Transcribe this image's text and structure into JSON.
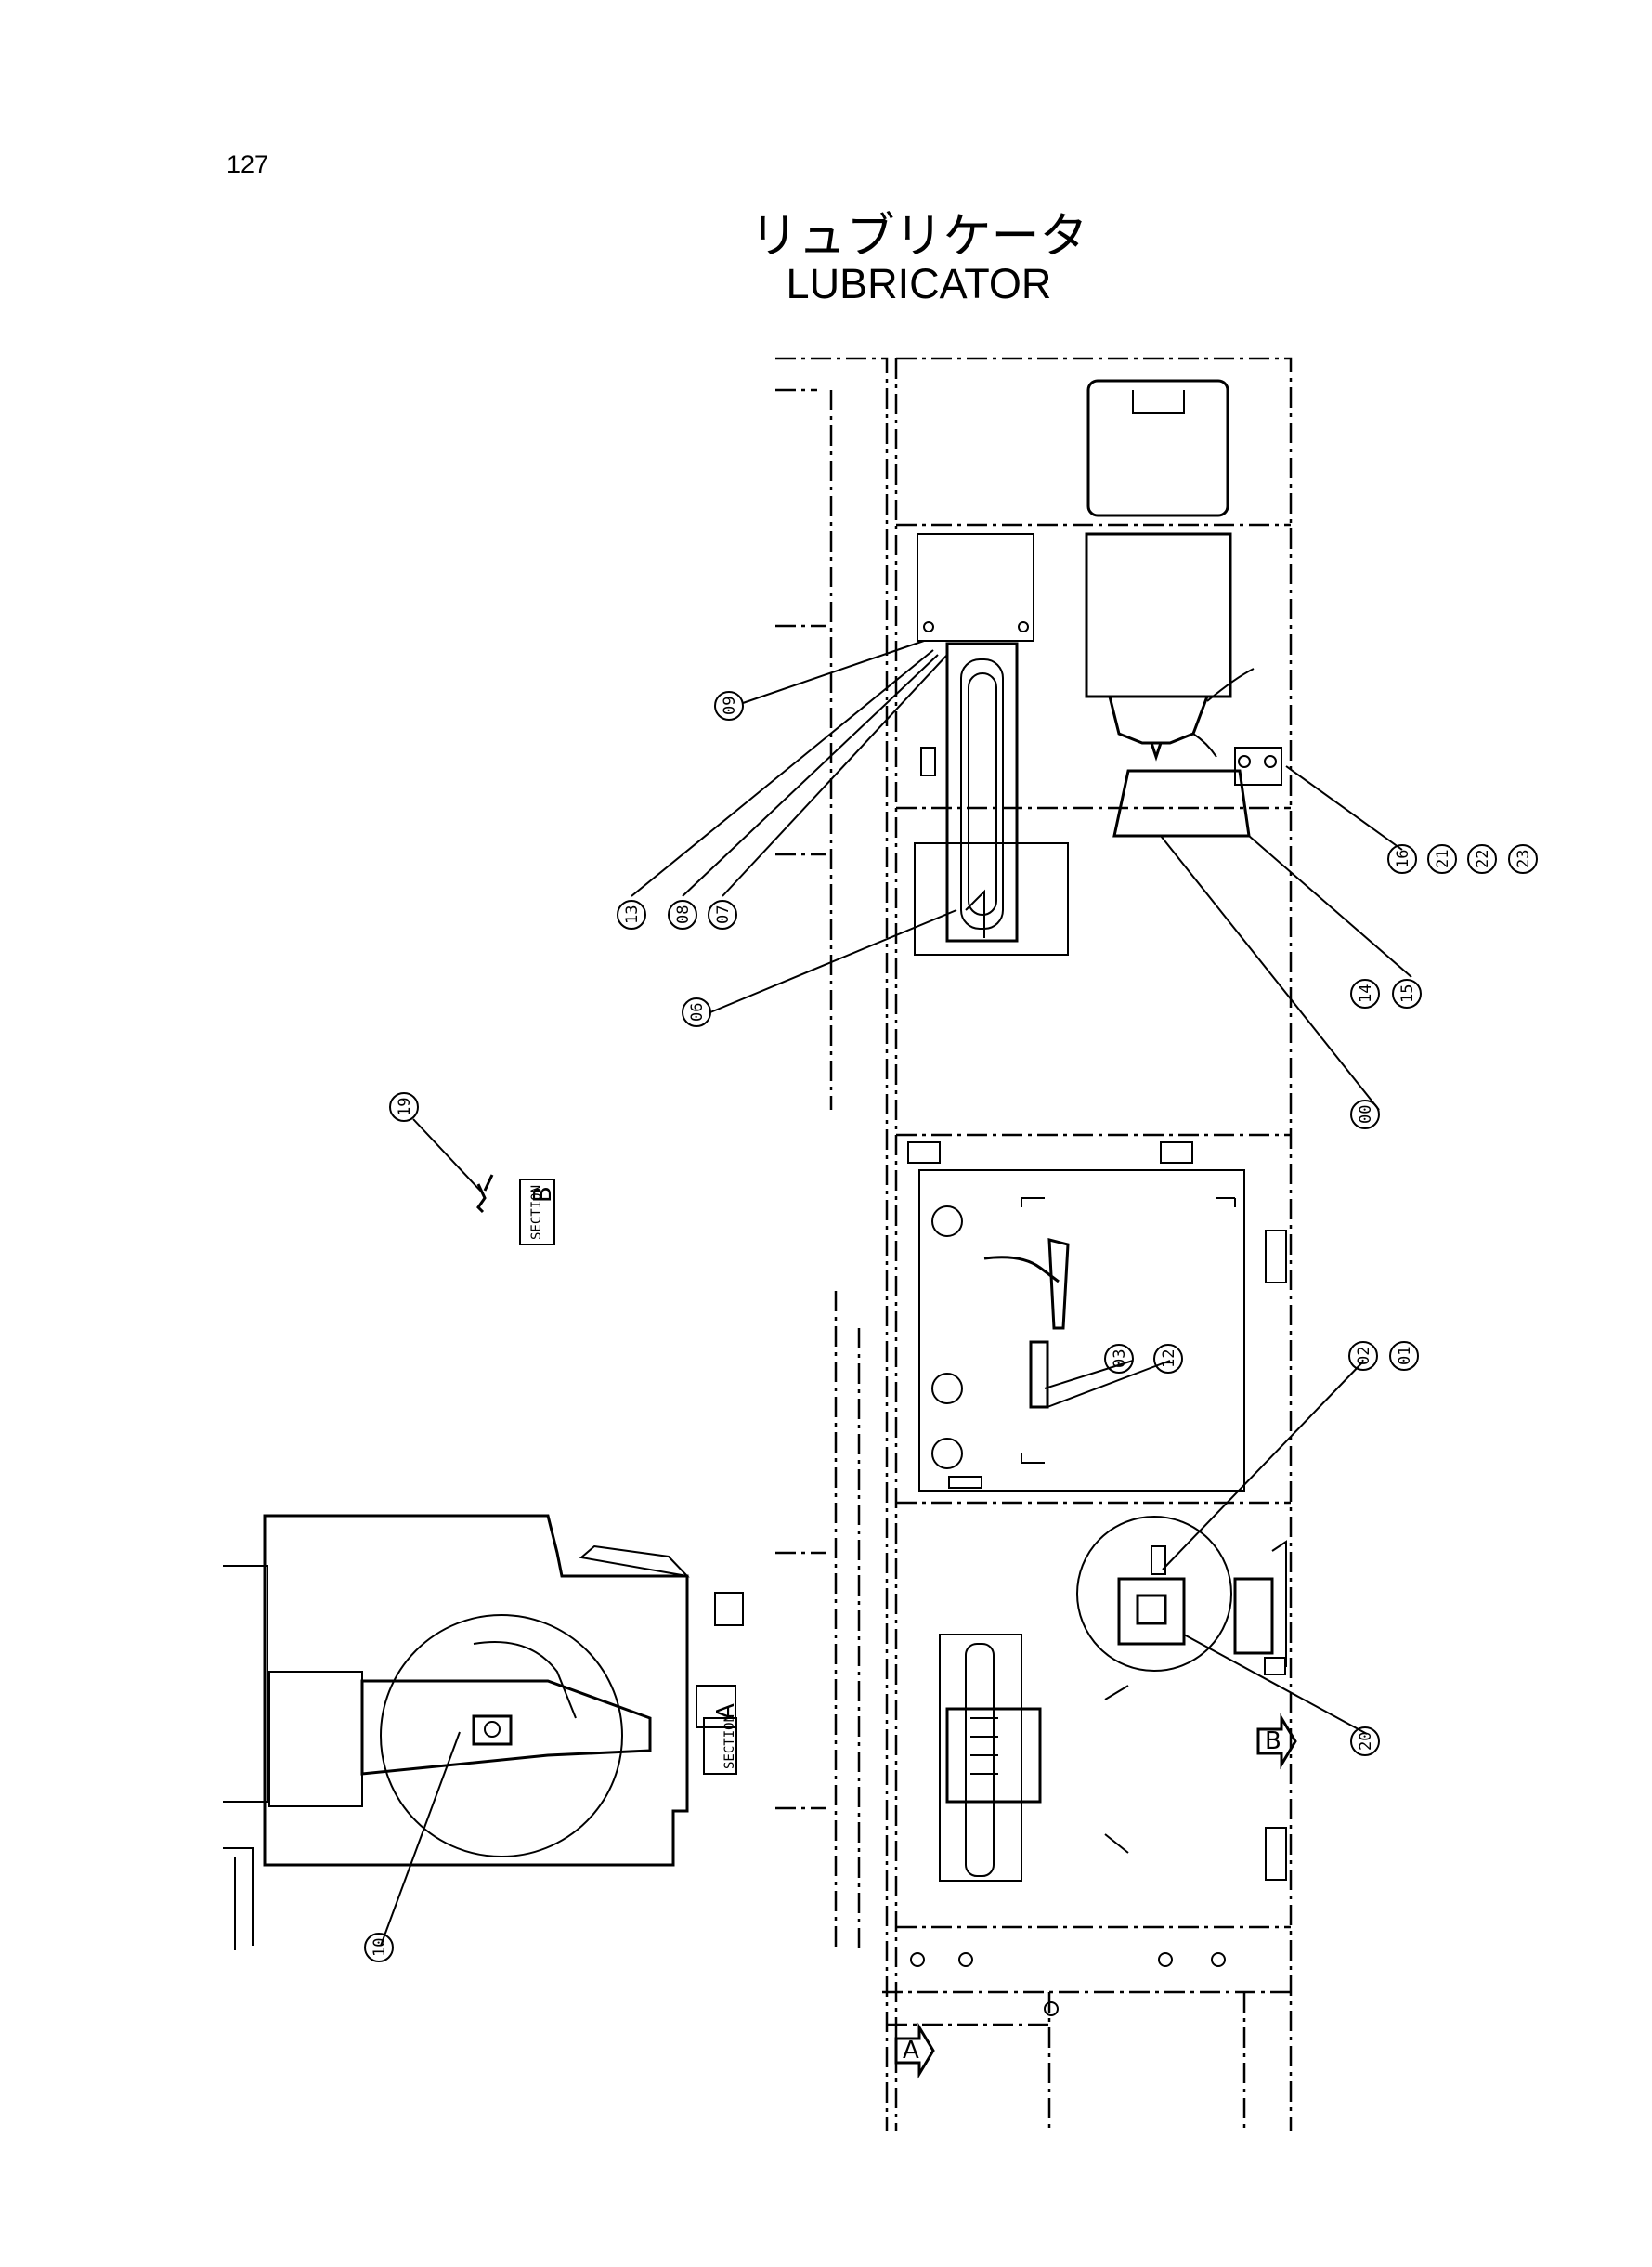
{
  "page_number": "127",
  "title_jp": "リュブリケータ",
  "title_en": "LUBRICATOR",
  "callouts": [
    "09",
    "13",
    "08",
    "07",
    "06",
    "16",
    "21",
    "22",
    "23",
    "14",
    "15",
    "00",
    "19",
    "03",
    "12",
    "02",
    "01",
    "20",
    "10"
  ],
  "sections": [
    {
      "id": "A",
      "label": "SECTION"
    },
    {
      "id": "B",
      "label": "SECTION"
    }
  ],
  "view_arrows": [
    "A",
    "B"
  ]
}
